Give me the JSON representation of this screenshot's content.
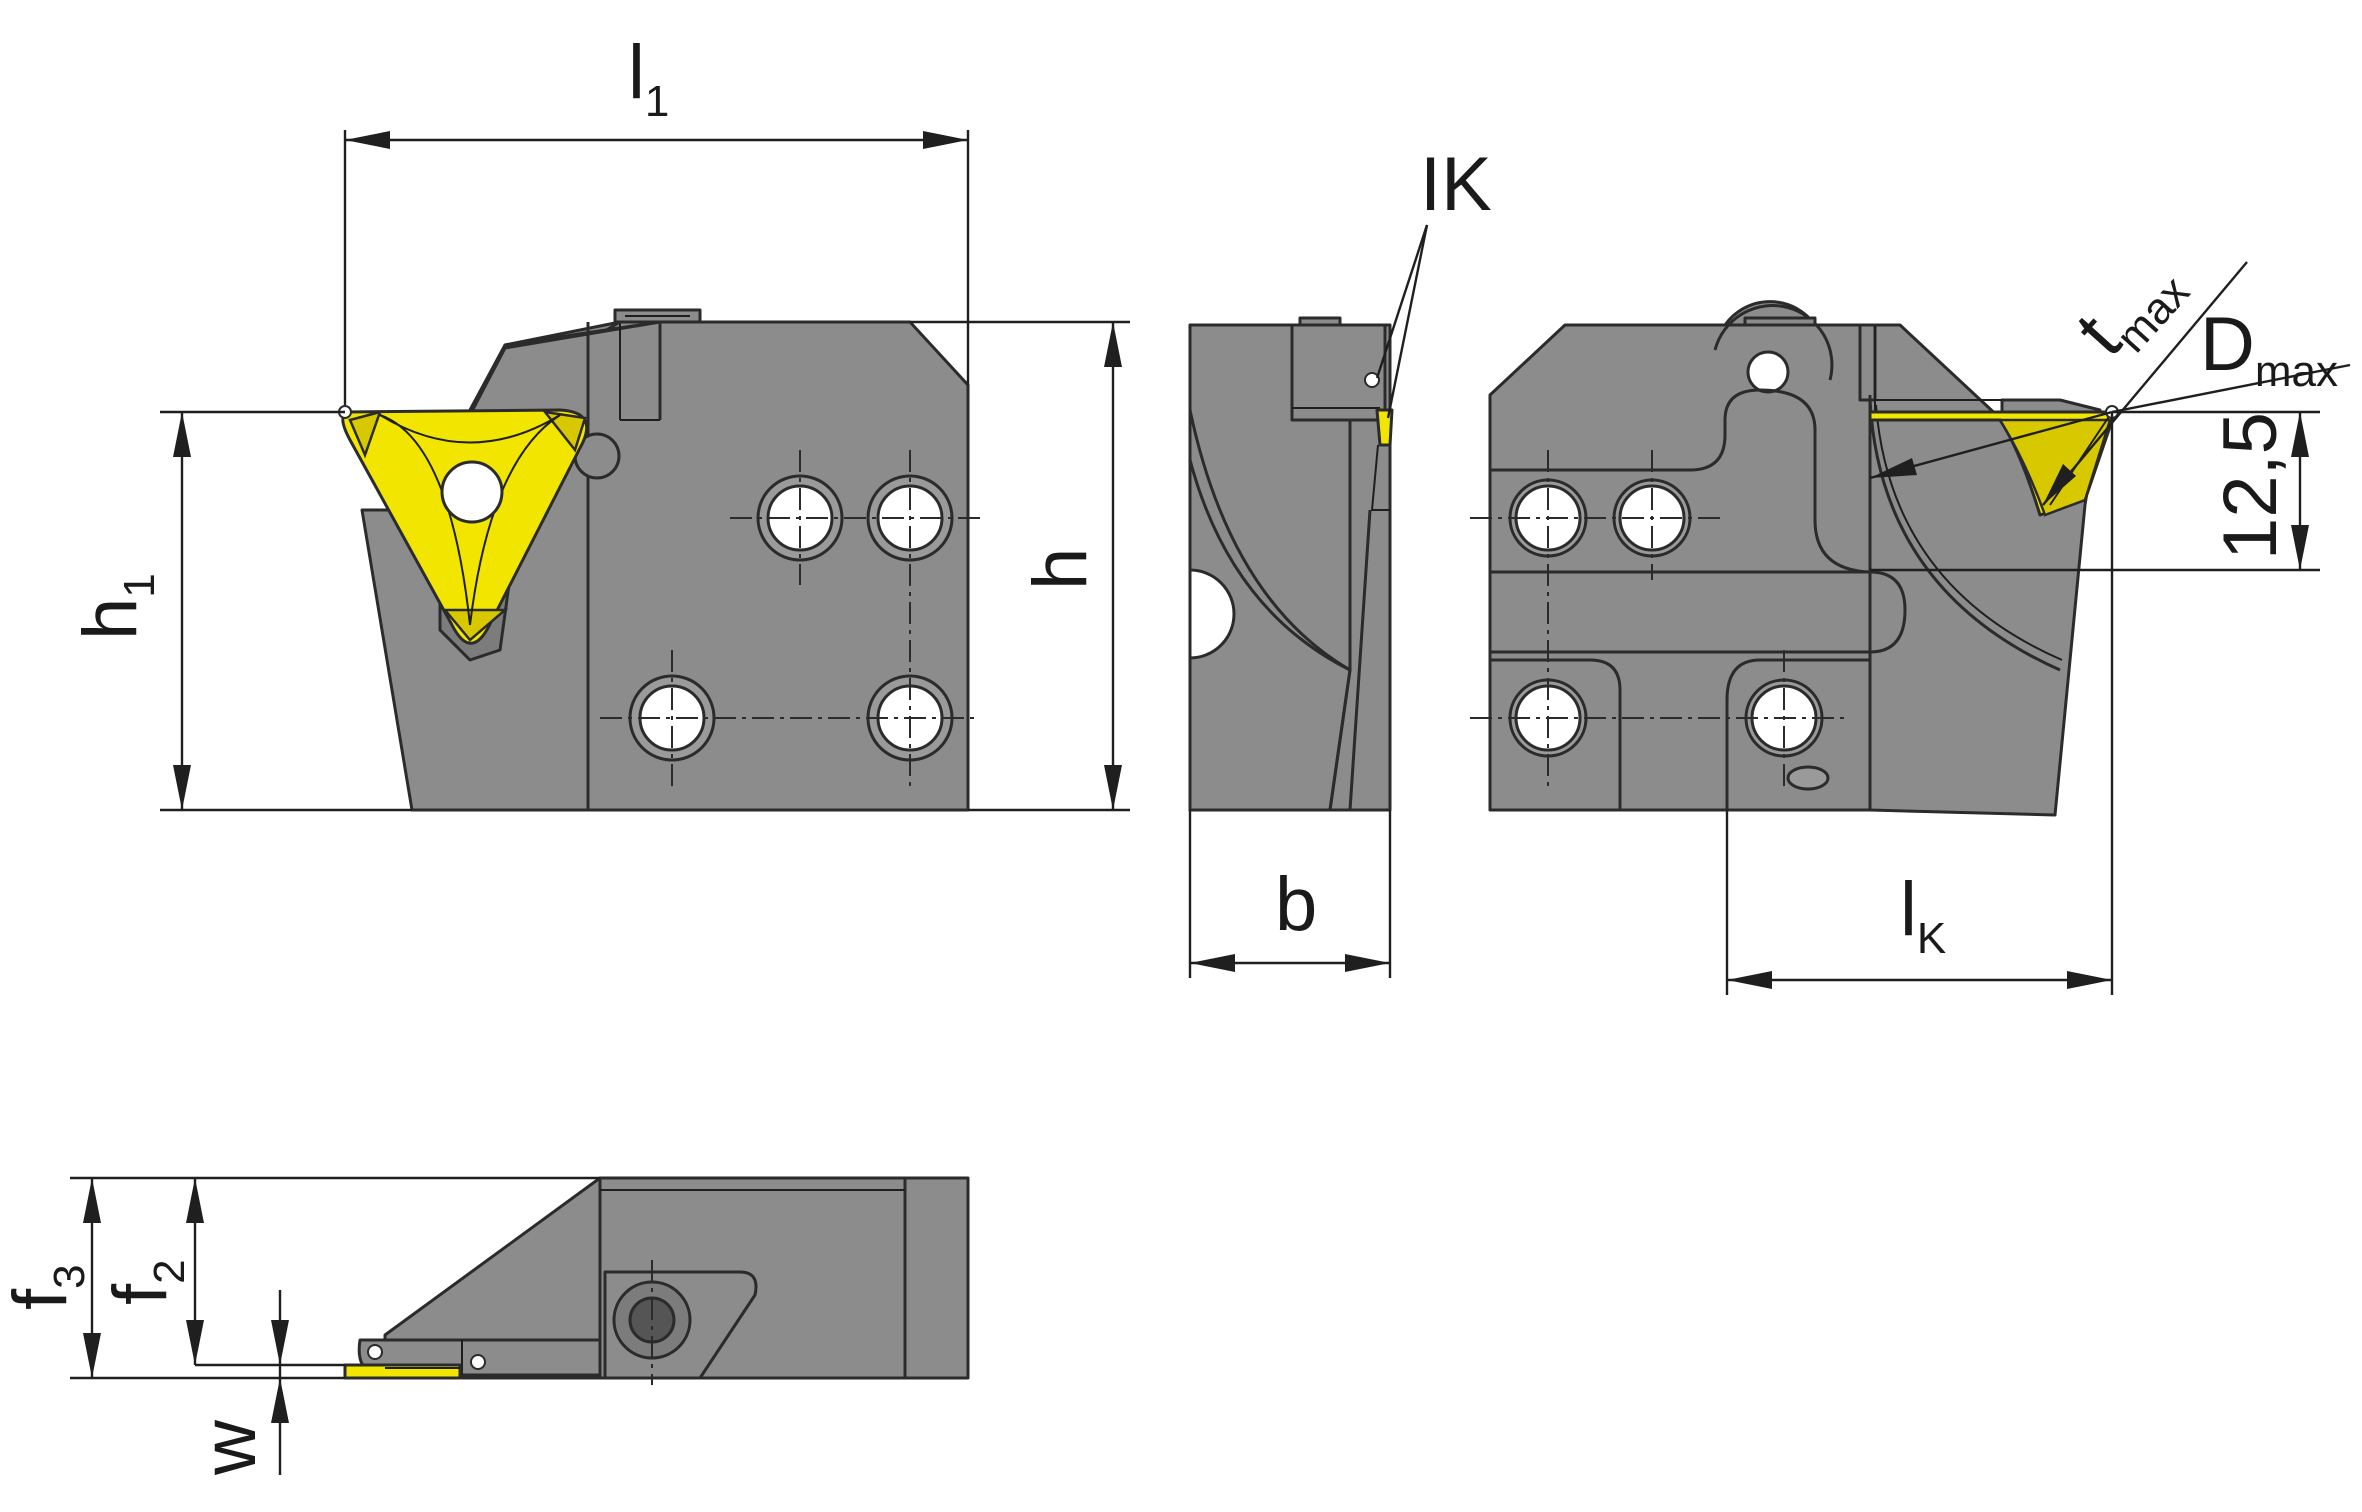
{
  "labels": {
    "l1": {
      "main": "l",
      "sub": "1"
    },
    "h1": {
      "main": "h",
      "sub": "1"
    },
    "h": {
      "main": "h"
    },
    "ik": {
      "main": "IK"
    },
    "b": {
      "main": "b"
    },
    "tmax": {
      "main": "t",
      "sub": "max"
    },
    "dmax": {
      "main": "D",
      "sub": "max"
    },
    "dim125": {
      "main": "12,5"
    },
    "lk": {
      "main": "l",
      "sub": "K"
    },
    "f3": {
      "main": "f",
      "sub": "3"
    },
    "f2": {
      "main": "f",
      "sub": "2"
    },
    "w": {
      "main": "w"
    }
  },
  "colors": {
    "body": "#8c8c8c",
    "insert": "#f2e500",
    "line": "#1f1f1f",
    "background": "#ffffff"
  }
}
